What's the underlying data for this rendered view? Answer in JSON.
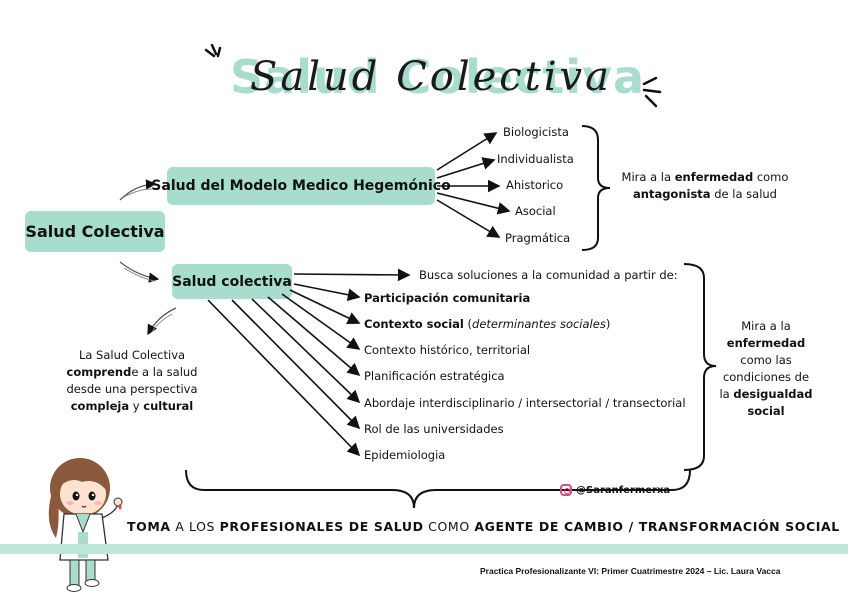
{
  "title": "Salud Colectiva",
  "nodes": {
    "root": "Salud Colectiva",
    "hegemonic": "Salud del Modelo Medico Hegemónico",
    "collective": "Salud colectiva"
  },
  "hegemonic_traits": [
    "Biologicista",
    "Individualista",
    "Ahistorico",
    "Asocial",
    "Pragmática"
  ],
  "hegemonic_note": {
    "part1": "Mira a la ",
    "bold1": "enfermedad",
    "part2": " como",
    "bold2": "antagonista",
    "part3": " de la salud"
  },
  "collective_intro": "Busca soluciones a la comunidad a partir de:",
  "collective_items": {
    "item1": "Participación comunitaria",
    "item2_bold": "Contexto social",
    "item2_paren_open": " (",
    "item2_italic": "determinantes sociales",
    "item2_paren_close": ")",
    "item3": "Contexto histórico, territorial",
    "item4": "Planificación estratégica",
    "item5": "Abordaje interdisciplinario / intersectorial / transectorial",
    "item6": "Rol de las universidades",
    "item7": "Epidemiologia"
  },
  "collective_note": {
    "line1": "Mira a la",
    "bold1": "enfermedad",
    "line3": "como las",
    "line4": "condiciones de",
    "line5a": "la ",
    "bold2": "desigualdad",
    "bold3": "social"
  },
  "left_note": {
    "line1": "La Salud Colectiva",
    "bold1": "comprend",
    "line2b": "e a la salud",
    "line3": "desde una perspectiva",
    "bold2": "compleja",
    "line4b": " y ",
    "bold3": "cultural"
  },
  "instagram": "@Saranfermerxa",
  "tagline": {
    "w1": "TOMA",
    "w2": " A LOS ",
    "w3": "PROFESIONALES DE SALUD",
    "w4": " COMO ",
    "w5": "AGENTE DE CAMBIO / TRANSFORMACIÓN SOCIAL"
  },
  "footer": "Practica Profesionalizante VI: Primer Cuatrimestre 2024 – Lic. Laura Vacca",
  "colors": {
    "accent": "#a8dccd",
    "text": "#111111",
    "instagram": "#e0487a"
  }
}
